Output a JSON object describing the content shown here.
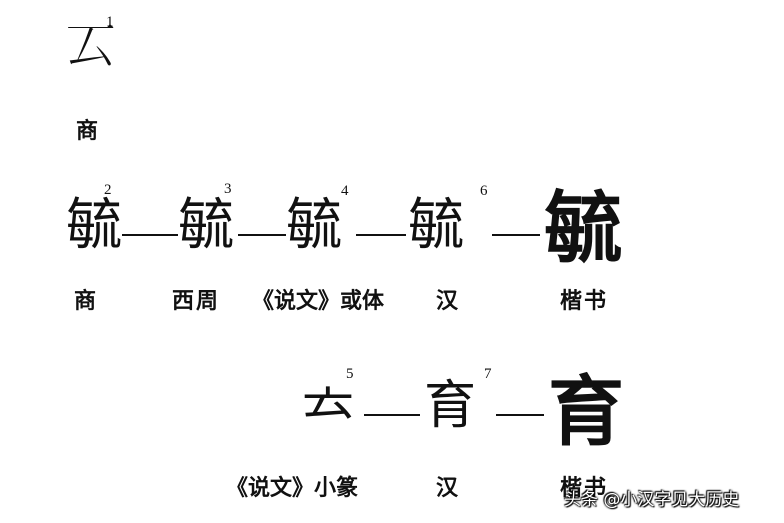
{
  "numbers": [
    "1",
    "2",
    "3",
    "4",
    "5",
    "6",
    "7"
  ],
  "row1": {
    "glyph1": "𠫔",
    "label": "商"
  },
  "row2": {
    "glyphs": [
      "毓",
      "毓",
      "毓",
      "毓"
    ],
    "final": "毓",
    "labels": [
      "商",
      "西周",
      "《说文》或体",
      "汉",
      "楷书"
    ]
  },
  "row3": {
    "glyphs": [
      "𠫓",
      "育"
    ],
    "final": "育",
    "labels": [
      "《说文》小篆",
      "汉",
      "楷书"
    ]
  },
  "watermark": "头条 @小汉字见大历史"
}
